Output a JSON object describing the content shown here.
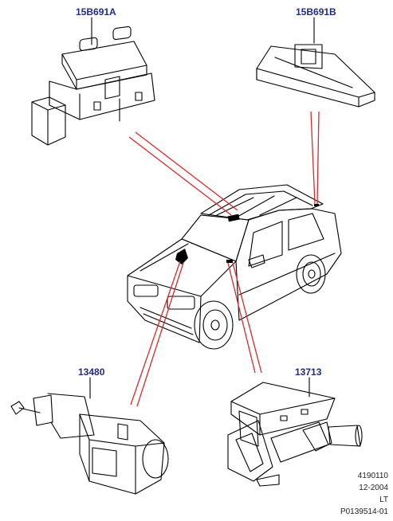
{
  "parts": [
    {
      "id": "15B691A"
    },
    {
      "id": "15B691B"
    },
    {
      "id": "13480"
    },
    {
      "id": "13713"
    }
  ],
  "footer": {
    "code1": "4190110",
    "date": "12-2004",
    "lang": "LT",
    "illustration_id": "P0139514-01"
  },
  "colors": {
    "label": "#1f2a8a",
    "leader": "#e0262a",
    "line": "#000000"
  }
}
